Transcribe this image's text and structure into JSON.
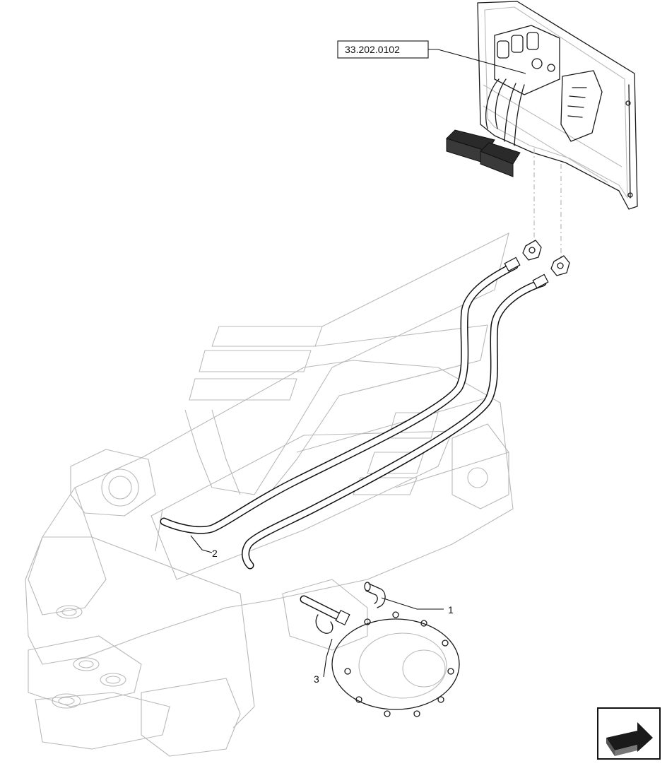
{
  "diagram": {
    "reference_label": "33.202.0102",
    "callouts": [
      {
        "id": "1",
        "text": "1"
      },
      {
        "id": "2",
        "text": "2"
      },
      {
        "id": "3",
        "text": "3"
      }
    ],
    "navigation_icon": "forward-arrow-icon"
  }
}
